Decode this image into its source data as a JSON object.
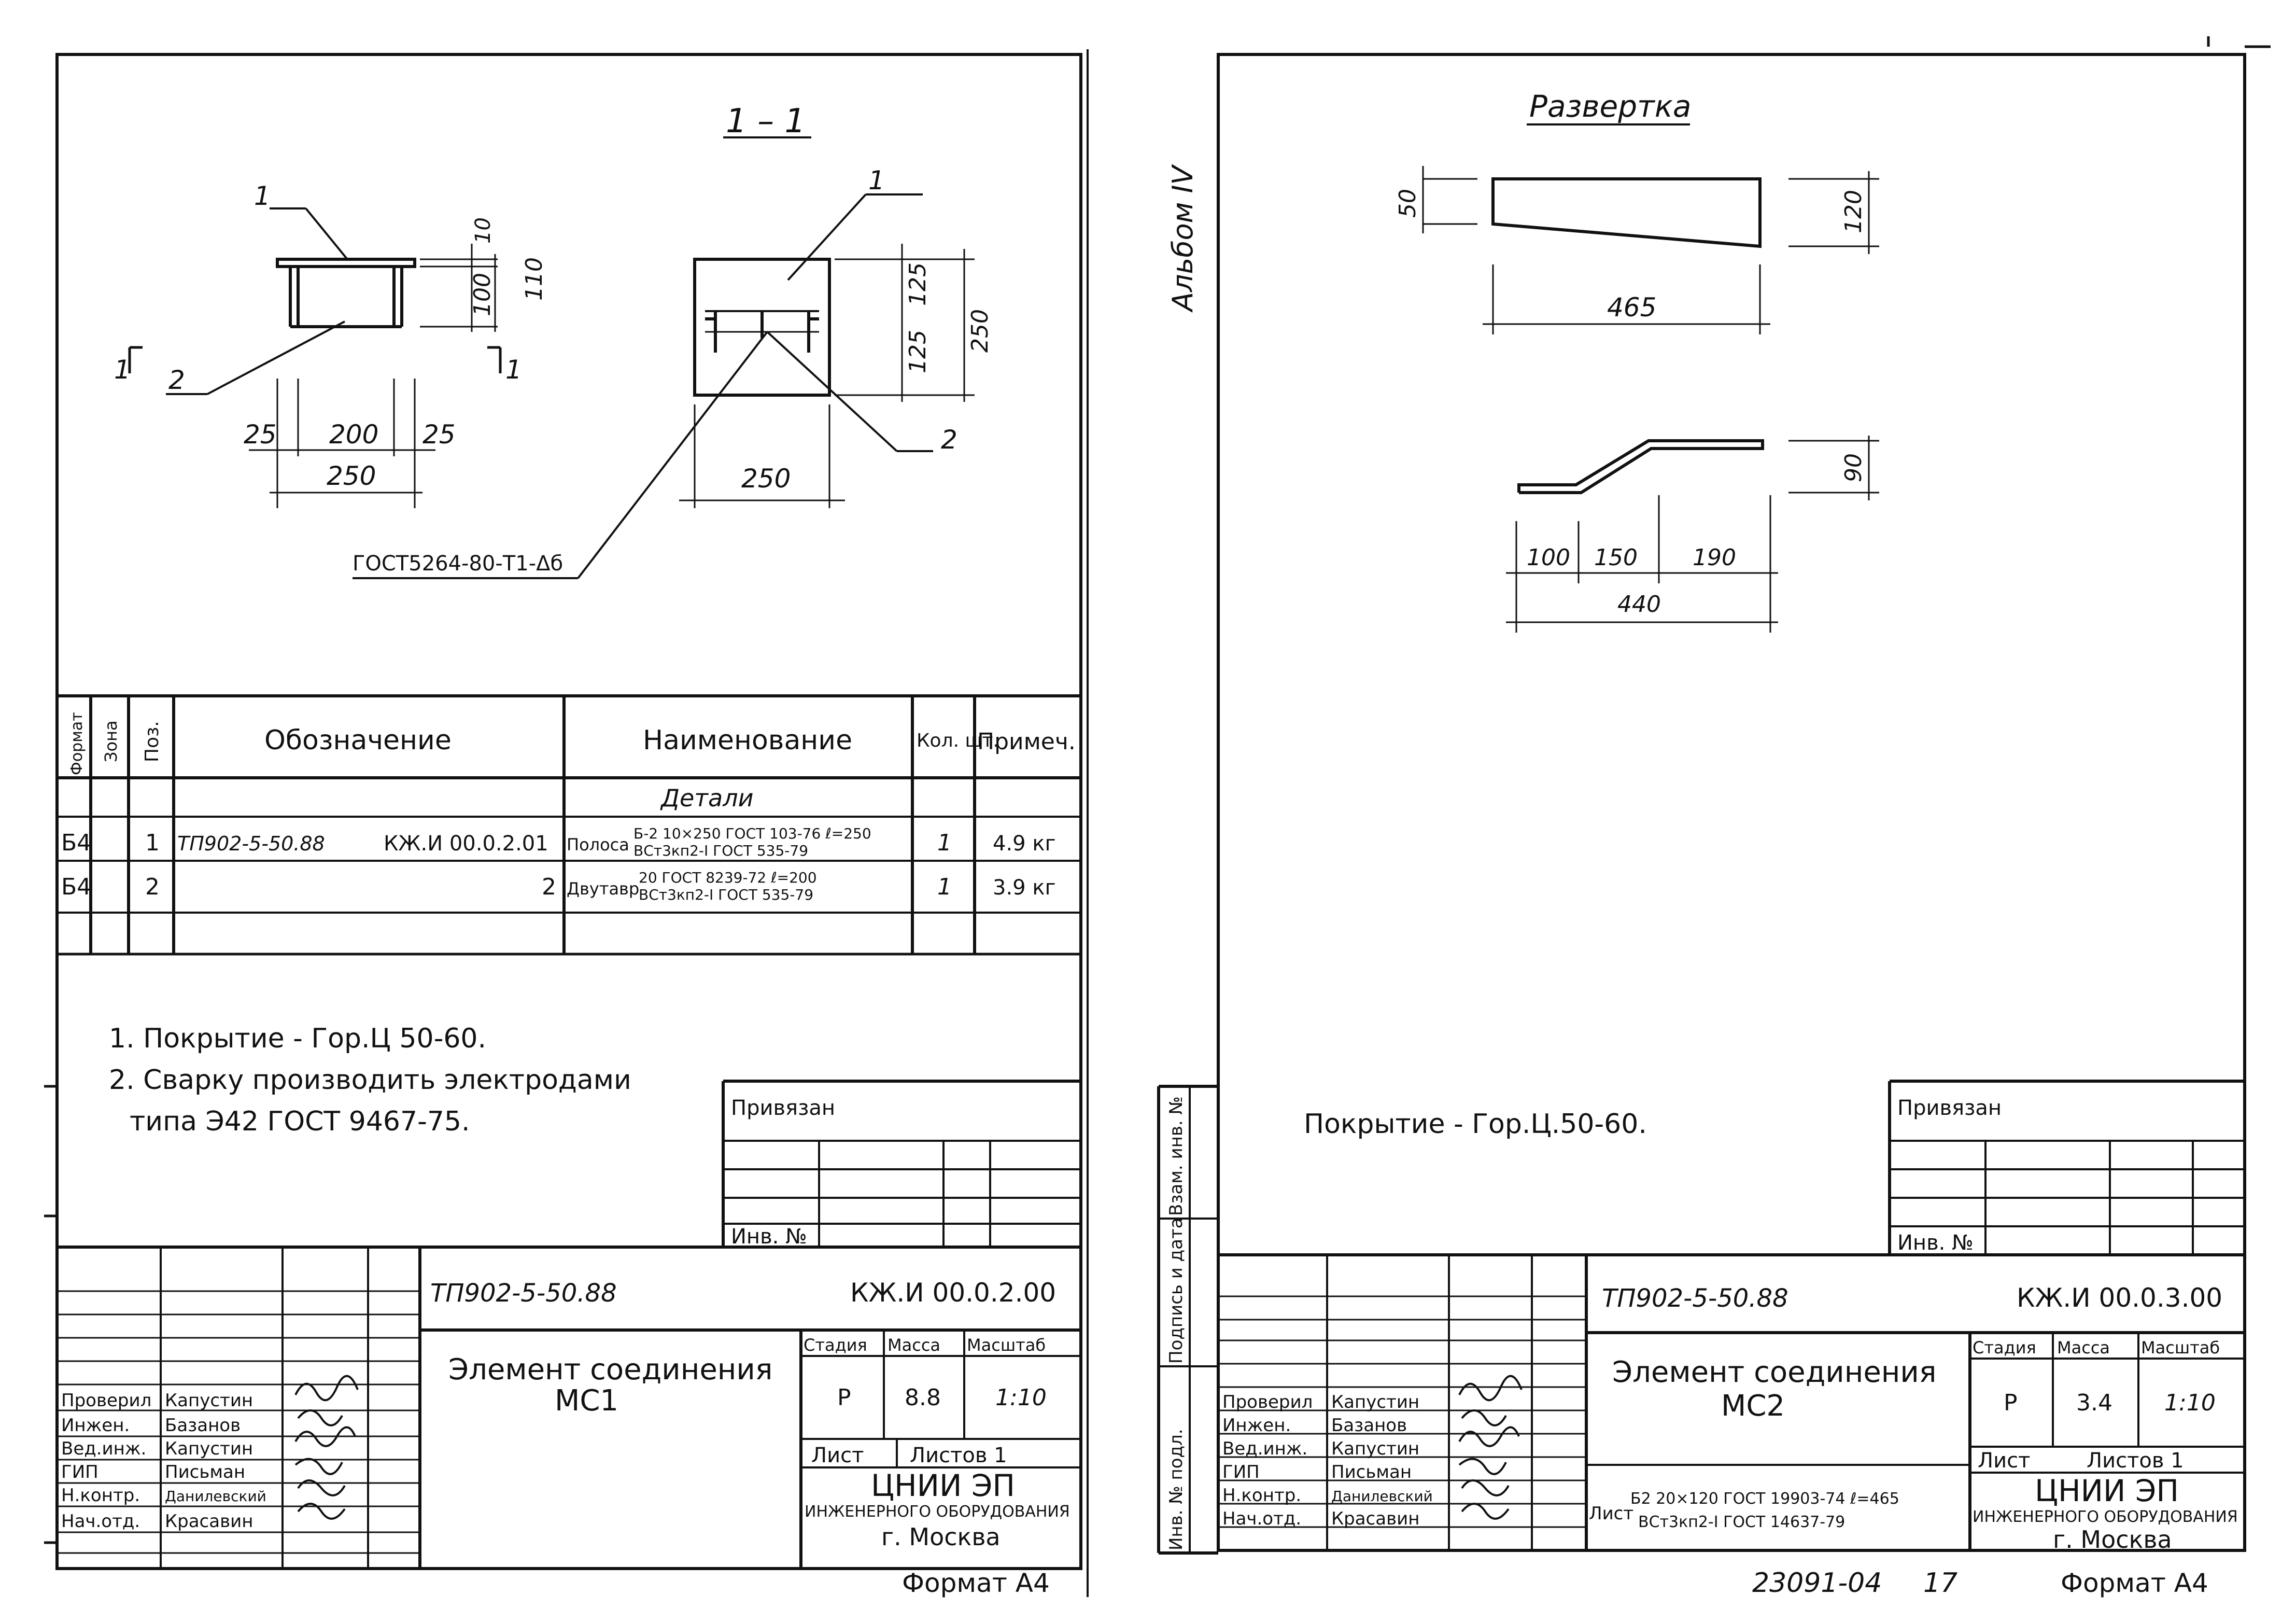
{
  "left": {
    "section_title": "1 – 1",
    "dims": {
      "d10": "10",
      "d100": "100",
      "d110": "110",
      "d25a": "25",
      "d200": "200",
      "d25b": "25",
      "d250a": "250",
      "d125a": "125",
      "d125b": "125",
      "d250b": "250",
      "d250c": "250"
    },
    "leaders": {
      "p1a": "1",
      "p2a": "2",
      "p1b": "1",
      "p2b": "2",
      "cut_left": "1",
      "cut_right": "1"
    },
    "gost_label": "ГОСТ5264-80-Т1-Δб",
    "spec": {
      "headers": {
        "forma": "Формат",
        "zona": "Зона",
        "poz": "Поз.",
        "oboz": "Обозначение",
        "naim": "Наименование",
        "kol": "Кол. шт.",
        "prim": "Примеч."
      },
      "section": "Детали",
      "rows": [
        {
          "forma": "Б4",
          "poz": "1",
          "oboz": "ТП902-5-50.88",
          "oboz_code": "КЖ.И 00.0.2.01",
          "naim_type": "Полоса",
          "naim_top": "Б-2 10×250 ГОСТ 103-76  ℓ=250",
          "naim_bot": "ВСт3кп2-I ГОСТ 535-79",
          "kol": "1",
          "prim": "4.9 кг"
        },
        {
          "forma": "Б4",
          "poz": "2",
          "oboz": "",
          "oboz_code": "2",
          "naim_type": "Двутавр",
          "naim_top": "20 ГОСТ 8239-72    ℓ=200",
          "naim_bot": "ВСт3кп2-I ГОСТ 535-79",
          "kol": "1",
          "prim": "3.9 кг"
        }
      ]
    },
    "notes": [
      "1. Покрытие - Гор.Ц 50-60.",
      "2. Сварку производить электродами",
      "типа Э42  ГОСТ 9467-75."
    ],
    "privyazan": "Привязан",
    "inv": "Инв. №",
    "stamp": {
      "project": "ТП902-5-50.88",
      "code": "КЖ.И 00.0.2.00",
      "title1": "Элемент соединения",
      "title2": "МС1",
      "stadia_h": "Стадия",
      "massa_h": "Масса",
      "masshtab_h": "Масштаб",
      "stadia": "Р",
      "massa": "8.8",
      "masshtab": "1:10",
      "list": "Лист",
      "listov": "Листов 1",
      "org1": "ЦНИИ ЭП",
      "org2": "ИНЖЕНЕРНОГО ОБОРУДОВАНИЯ",
      "org3": "г. Москва",
      "people": [
        {
          "role": "Проверил",
          "name": "Капустин"
        },
        {
          "role": "Инжен.",
          "name": "Базанов"
        },
        {
          "role": "Вед.инж.",
          "name": "Капустин"
        },
        {
          "role": "ГИП",
          "name": "Письман"
        },
        {
          "role": "Н.контр.",
          "name": "Данилевский"
        },
        {
          "role": "Нач.отд.",
          "name": "Красавин"
        }
      ]
    },
    "format": "Формат А4"
  },
  "right": {
    "album": "Альбом IV",
    "razvertka": "Развертка",
    "dims": {
      "d50": "50",
      "d120": "120",
      "d465": "465",
      "d90": "90",
      "d100": "100",
      "d150": "150",
      "d190": "190",
      "d440": "440"
    },
    "note": "Покрытие - Гор.Ц.50-60.",
    "privyazan": "Привязан",
    "inv": "Инв. №",
    "side_labels": [
      "Инв. № подл.",
      "Подпись и дата",
      "Взам. инв. №"
    ],
    "stamp": {
      "project": "ТП902-5-50.88",
      "code": "КЖ.И 00.0.3.00",
      "title1": "Элемент соединения",
      "title2": "МС2",
      "stadia_h": "Стадия",
      "massa_h": "Масса",
      "masshtab_h": "Масштаб",
      "stadia": "Р",
      "massa": "3.4",
      "masshtab": "1:10",
      "list": "Лист",
      "listov": "Листов 1",
      "list_prefix": "Лист",
      "mat_top": "Б2 20×120 ГОСТ 19903-74  ℓ=465",
      "mat_bot": "ВСт3кп2-I ГОСТ 14637-79",
      "org1": "ЦНИИ ЭП",
      "org2": "ИНЖЕНЕРНОГО ОБОРУДОВАНИЯ",
      "org3": "г. Москва",
      "people": [
        {
          "role": "Проверил",
          "name": "Капустин"
        },
        {
          "role": "Инжен.",
          "name": "Базанов"
        },
        {
          "role": "Вед.инж.",
          "name": "Капустин"
        },
        {
          "role": "ГИП",
          "name": "Письман"
        },
        {
          "role": "Н.контр.",
          "name": "Данилевский"
        },
        {
          "role": "Нач.отд.",
          "name": "Красавин"
        }
      ]
    },
    "footer_num": "23091-04",
    "page_num": "17",
    "format": "Формат А4"
  }
}
